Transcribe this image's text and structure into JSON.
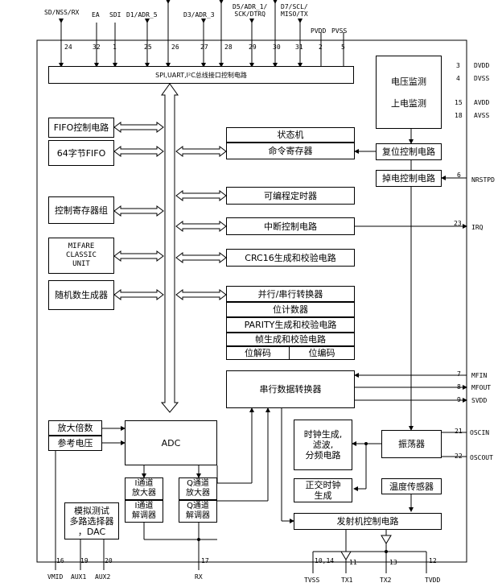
{
  "top_pins": [
    {
      "name": "SD/NSS/RX",
      "num": "24"
    },
    {
      "name": "EA",
      "num": "32"
    },
    {
      "name": "SDI",
      "num": "1"
    },
    {
      "name": "D1/ADR_5",
      "num": "25"
    },
    {
      "name": "",
      "num": "26"
    },
    {
      "name": "D3/ADR_3",
      "num": "27"
    },
    {
      "name": "",
      "num": "28"
    },
    {
      "name": "D5/ADR_1/\nSCK/DTRQ",
      "num": "29"
    },
    {
      "name": "",
      "num": "30"
    },
    {
      "name": "D7/SCL/\nMISO/TX",
      "num": "31"
    },
    {
      "name": "PVDD",
      "num": "2"
    },
    {
      "name": "PVSS",
      "num": "5"
    }
  ],
  "right_pins": [
    {
      "name": "DVDD",
      "num": "3"
    },
    {
      "name": "DVSS",
      "num": "4"
    },
    {
      "name": "AVDD",
      "num": "15"
    },
    {
      "name": "AVSS",
      "num": "18"
    },
    {
      "name": "NRSTPD",
      "num": "6"
    },
    {
      "name": "IRQ",
      "num": "23"
    },
    {
      "name": "MFIN",
      "num": "7"
    },
    {
      "name": "MFOUT",
      "num": "8"
    },
    {
      "name": "SVDD",
      "num": "9"
    },
    {
      "name": "OSCIN",
      "num": "21"
    },
    {
      "name": "OSCOUT",
      "num": "22"
    }
  ],
  "bottom_pins": [
    {
      "name": "VMID",
      "num": "16"
    },
    {
      "name": "AUX1",
      "num": "19"
    },
    {
      "name": "AUX2",
      "num": "20"
    },
    {
      "name": "RX",
      "num": "17"
    },
    {
      "name": "TVSS",
      "num": "10,14"
    },
    {
      "name": "TX1",
      "num": "11"
    },
    {
      "name": "TX2",
      "num": "13"
    },
    {
      "name": "TVDD",
      "num": "12"
    }
  ],
  "blocks": {
    "host_interface": "SPI,UART,I²C总线接口控制电路",
    "voltage_monitor": "电压监测",
    "power_on_monitor": "上电监测",
    "fifo_control": "FIFO控制电路",
    "fifo_64": "64字节FIFO",
    "state_machine": "状态机",
    "command_register": "命令寄存器",
    "reset_control": "复位控制电路",
    "powerdown_control": "掉电控制电路",
    "control_registers": "控制寄存器组",
    "programmable_timer": "可编程定时器",
    "mifare_classic": "MIFARE\nCLASSIC\nUNIT",
    "interrupt_control": "中断控制电路",
    "crc16": "CRC16生成和校验电路",
    "random_generator": "随机数生成器",
    "sp_converter": "并行/串行转换器",
    "bit_counter": "位计数器",
    "parity": "PARITY生成和校验电路",
    "frame_gen": "帧生成和校验电路",
    "bit_decoder": "位解码",
    "bit_encoder": "位编码",
    "serial_converter": "串行数据转换器",
    "gain": "放大倍数",
    "ref_voltage": "参考电压",
    "adc": "ADC",
    "clock_gen": "时钟生成,\n滤波,\n分频电路",
    "oscillator": "振荡器",
    "i_channel_amp": "I通道\n放大器",
    "i_channel_demod": "I通道\n解调器",
    "q_channel_amp": "Q通道\n放大器",
    "q_channel_demod": "Q通道\n解调器",
    "quadrature_clock": "正交时钟\n生成",
    "temp_sensor": "温度传感器",
    "analog_mux": "模拟测试\n多路选择器\n，DAC",
    "tx_control": "发射机控制电路"
  }
}
